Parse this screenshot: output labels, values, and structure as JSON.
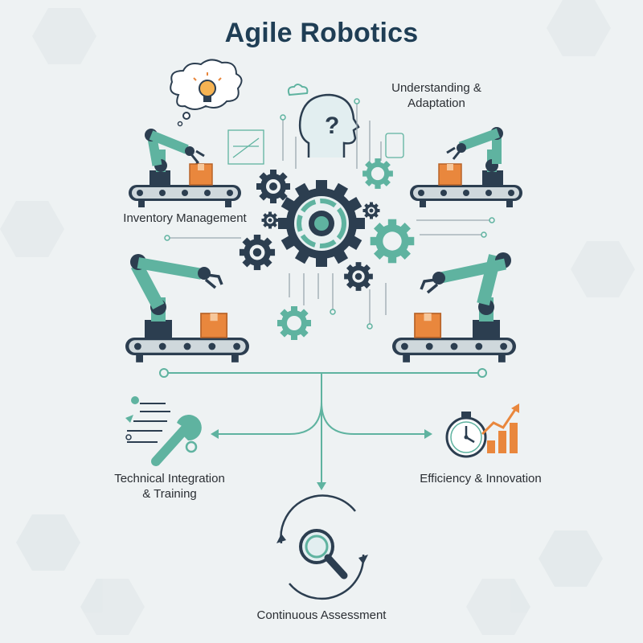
{
  "title": "Agile Robotics",
  "labels": {
    "understanding": [
      "Understanding &",
      "Adaptation"
    ],
    "inventory": "Inventory Management",
    "technical": [
      "Technical Integration",
      "& Training"
    ],
    "efficiency": "Efficiency & Innovation",
    "assessment": "Continuous Assessment"
  },
  "icons": {
    "central": "gears-icon",
    "head": "head-question-icon",
    "bulb": "lightbulb-icon",
    "wrench": "wrench-icon",
    "stopwatch": "stopwatch-icon",
    "growth": "growth-chart-icon",
    "magnifier": "magnifier-icon"
  },
  "colors": {
    "teal": "#5fb3a0",
    "navy": "#2c3e50",
    "orange": "#e9873d",
    "background": "#eef2f3"
  }
}
